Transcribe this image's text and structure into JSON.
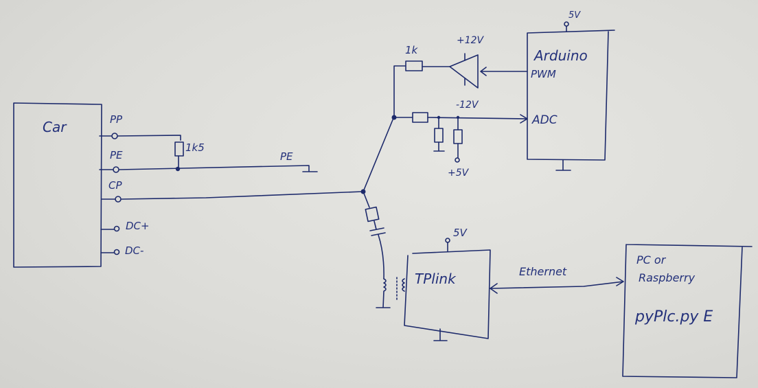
{
  "diagram": {
    "ink_color": "#1d2a6b",
    "car": {
      "label": "Car",
      "pins": [
        "PP",
        "PE",
        "CP",
        "DC+",
        "DC-"
      ]
    },
    "pp_resistor": "1k5",
    "pe_ground_label": "PE",
    "pwm_resistor": "1k",
    "opamp_supply_pos": "+12V",
    "opamp_supply_neg": "-12V",
    "divider_supply": "+5V",
    "arduino": {
      "label": "Arduino",
      "supply": "5V",
      "pwm_pin": "PWM",
      "adc_pin": "ADC"
    },
    "tplink": {
      "label": "TPlink",
      "supply": "5V"
    },
    "link_label": "Ethernet",
    "pc": {
      "line1": "PC or",
      "line2": "Raspberry",
      "software": "pyPlc.py E"
    }
  }
}
